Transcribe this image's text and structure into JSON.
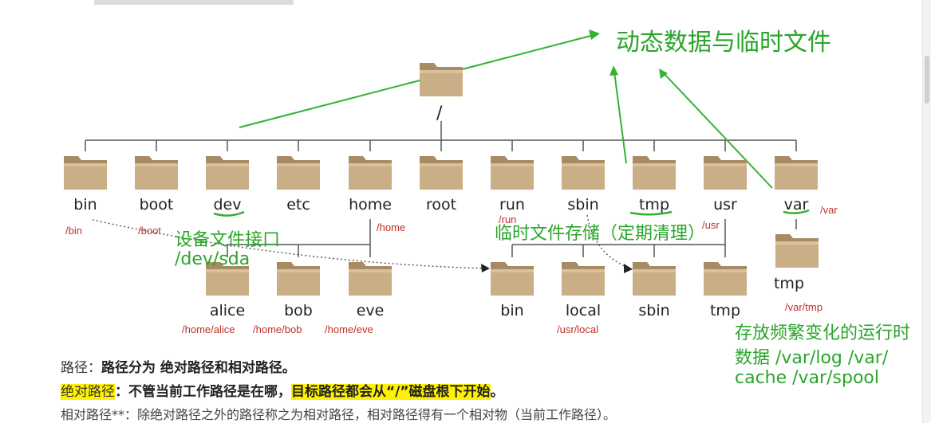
{
  "root_label": "/",
  "folders_level1": [
    {
      "name": "bin",
      "path": "/bin"
    },
    {
      "name": "boot",
      "path": "/boot"
    },
    {
      "name": "dev",
      "path": ""
    },
    {
      "name": "etc",
      "path": ""
    },
    {
      "name": "home",
      "path": "/home"
    },
    {
      "name": "root",
      "path": ""
    },
    {
      "name": "run",
      "path": "/run"
    },
    {
      "name": "sbin",
      "path": ""
    },
    {
      "name": "tmp",
      "path": ""
    },
    {
      "name": "usr",
      "path": "/usr"
    },
    {
      "name": "var",
      "path": "/var"
    }
  ],
  "home_children": [
    {
      "name": "alice",
      "path": "/home/alice"
    },
    {
      "name": "bob",
      "path": "/home/bob"
    },
    {
      "name": "eve",
      "path": "/home/eve"
    }
  ],
  "usr_children": [
    {
      "name": "bin",
      "path": ""
    },
    {
      "name": "local",
      "path": "/usr/local"
    },
    {
      "name": "sbin",
      "path": ""
    },
    {
      "name": "tmp",
      "path": ""
    }
  ],
  "var_child": {
    "name": "tmp",
    "path": "/var/tmp"
  },
  "annotations": {
    "dynamic": "动态数据与临时文件",
    "dev_line1": "设备文件接口",
    "dev_line2": "/dev/sda",
    "tmp_note": "临时文件存储（定期清理）",
    "var_line1": "存放频繁变化的运行时",
    "var_line2": "数据 /var/log /var/",
    "var_line3": "cache  /var/spool"
  },
  "notes": {
    "line1_a": "路径：",
    "line1_b": "路径分为 绝对路径和相对路径。",
    "line2_a": "绝对路径",
    "line2_b": "：不管当前工作路径是在哪，",
    "line2_c": "目标路径都会从“/”磁盘根下开始",
    "line2_d": "。",
    "line3": "相对路径**：除绝对路径之外的路径称之为相对路径，相对路径得有一个相对物（当前工作路径）。"
  },
  "colors": {
    "folder": "#c9ae86",
    "annotation": "#2aa52a",
    "path": "#c0302b",
    "highlight": "#fff200"
  }
}
